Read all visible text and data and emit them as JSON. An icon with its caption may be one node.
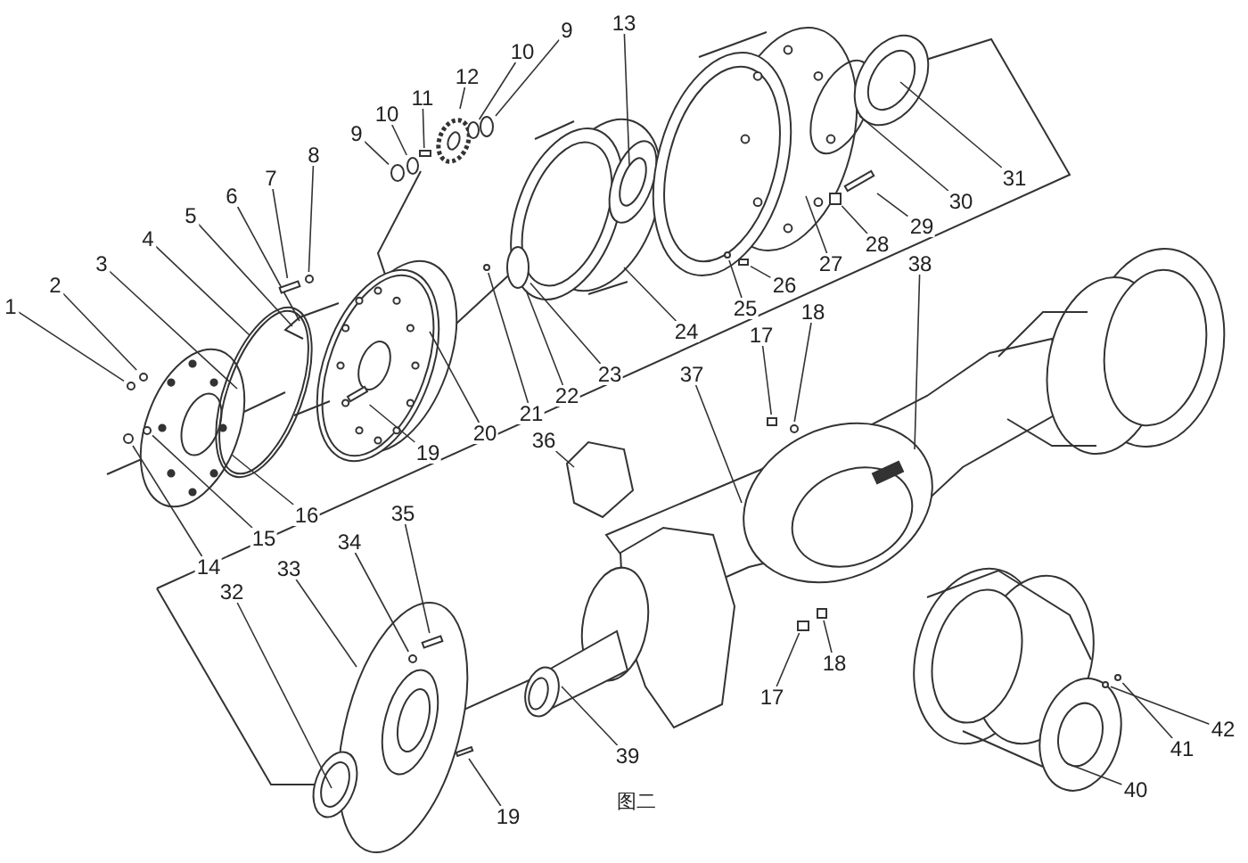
{
  "diagram": {
    "nodes": [
      {
        "text": [
          "1"
        ]
      },
      {
        "text": [
          "2"
        ]
      },
      {
        "text": [
          "3"
        ]
      },
      {
        "text": [
          "4"
        ]
      },
      {
        "text": [
          "5"
        ]
      },
      {
        "text": [
          "6"
        ]
      },
      {
        "text": [
          "7"
        ]
      },
      {
        "text": [
          "8"
        ]
      },
      {
        "text": [
          "9"
        ]
      },
      {
        "text": [
          "10"
        ]
      },
      {
        "text": [
          "11"
        ]
      },
      {
        "text": [
          "12"
        ]
      },
      {
        "text": [
          "10"
        ]
      },
      {
        "text": [
          "9"
        ]
      },
      {
        "text": [
          "13"
        ]
      },
      {
        "text": [
          "14"
        ]
      },
      {
        "text": [
          "15"
        ]
      },
      {
        "text": [
          "16"
        ]
      },
      {
        "text": [
          "17"
        ]
      },
      {
        "text": [
          "18"
        ]
      },
      {
        "text": [
          "17"
        ]
      },
      {
        "text": [
          "18"
        ]
      },
      {
        "text": [
          "19"
        ]
      },
      {
        "text": [
          "19"
        ]
      },
      {
        "text": [
          "20"
        ]
      },
      {
        "text": [
          "21"
        ]
      },
      {
        "text": [
          "22"
        ]
      },
      {
        "text": [
          "23"
        ]
      },
      {
        "text": [
          "24"
        ]
      },
      {
        "text": [
          "25"
        ]
      },
      {
        "text": [
          "26"
        ]
      },
      {
        "text": [
          "27"
        ]
      },
      {
        "text": [
          "28"
        ]
      },
      {
        "text": [
          "29"
        ]
      },
      {
        "text": [
          "30"
        ]
      },
      {
        "text": [
          "31"
        ]
      },
      {
        "text": [
          "32"
        ]
      },
      {
        "text": [
          "33"
        ]
      },
      {
        "text": [
          "34"
        ]
      },
      {
        "text": [
          "35"
        ]
      },
      {
        "text": [
          "36"
        ]
      },
      {
        "text": [
          "37"
        ]
      },
      {
        "text": [
          "38"
        ]
      },
      {
        "text": [
          "39"
        ]
      },
      {
        "text": [
          "40"
        ]
      },
      {
        "text": [
          "41"
        ]
      },
      {
        "text": [
          "42"
        ]
      },
      {
        "text": [],
        "shape": "circle"
      },
      {
        "text": [],
        "shape": "circle"
      },
      {
        "text": [],
        "shape": "bar"
      },
      {
        "text": [],
        "shape": "circle"
      },
      {
        "text": [],
        "shape": "circle"
      },
      {
        "text": [],
        "shape": "circle"
      },
      {
        "text": [],
        "shape": "bar"
      },
      {
        "text": [],
        "shape": "gear"
      },
      {
        "text": [],
        "shape": "circle"
      },
      {
        "text": [],
        "shape": "circle"
      },
      {
        "text": [],
        "shape": "circle"
      },
      {
        "text": [],
        "shape": "circle"
      },
      {
        "text": [],
        "shape": "box"
      },
      {
        "text": [],
        "shape": "circle"
      },
      {
        "text": [],
        "shape": "bar"
      },
      {
        "text": [],
        "shape": "bar"
      },
      {
        "text": [],
        "shape": "circle"
      },
      {
        "text": [],
        "shape": "circle"
      },
      {
        "text": [],
        "shape": "box"
      },
      {
        "text": [],
        "shape": "box"
      },
      {
        "text": [],
        "shape": "bar"
      },
      {
        "text": [],
        "shape": "circle"
      },
      {
        "text": [],
        "shape": "bar"
      },
      {
        "text": [],
        "shape": "box"
      },
      {
        "text": [],
        "shape": "box"
      },
      {
        "text": [],
        "shape": "circle"
      },
      {
        "text": [],
        "shape": "circle"
      },
      {
        "text": [],
        "shape": "circle"
      }
    ],
    "edges": [
      {
        "from": 0,
        "to": 47,
        "arrow": "none"
      },
      {
        "from": 1,
        "to": 48,
        "arrow": "none"
      },
      {
        "from": 2,
        "to": null,
        "arrow": "none"
      },
      {
        "from": 3,
        "to": null,
        "arrow": "none"
      },
      {
        "from": 4,
        "to": null,
        "arrow": "none"
      },
      {
        "from": 5,
        "to": null,
        "arrow": "none"
      },
      {
        "from": 6,
        "to": 49,
        "arrow": "none"
      },
      {
        "from": 7,
        "to": 50,
        "arrow": "none"
      },
      {
        "from": 8,
        "to": 51,
        "arrow": "none"
      },
      {
        "from": 9,
        "to": 52,
        "arrow": "none"
      },
      {
        "from": 10,
        "to": 53,
        "arrow": "none"
      },
      {
        "from": 11,
        "to": 54,
        "arrow": "none"
      },
      {
        "from": 12,
        "to": 55,
        "arrow": "none"
      },
      {
        "from": 13,
        "to": 56,
        "arrow": "none"
      },
      {
        "from": 14,
        "to": null,
        "arrow": "none"
      },
      {
        "from": 15,
        "to": 57,
        "arrow": "none"
      },
      {
        "from": 16,
        "to": 58,
        "arrow": "none"
      },
      {
        "from": 17,
        "to": null,
        "arrow": "none"
      },
      {
        "from": 18,
        "to": 59,
        "arrow": "none"
      },
      {
        "from": 19,
        "to": 60,
        "arrow": "none"
      },
      {
        "from": 20,
        "to": 70,
        "arrow": "none"
      },
      {
        "from": 21,
        "to": 71,
        "arrow": "none"
      },
      {
        "from": 22,
        "to": 61,
        "arrow": "none"
      },
      {
        "from": 23,
        "to": 62,
        "arrow": "none"
      },
      {
        "from": 24,
        "to": null,
        "arrow": "none"
      },
      {
        "from": 25,
        "to": 63,
        "arrow": "none"
      },
      {
        "from": 26,
        "to": 74,
        "arrow": "none"
      },
      {
        "from": 27,
        "to": 74,
        "arrow": "none"
      },
      {
        "from": 28,
        "to": null,
        "arrow": "none"
      },
      {
        "from": 29,
        "to": 64,
        "arrow": "none"
      },
      {
        "from": 30,
        "to": 65,
        "arrow": "none"
      },
      {
        "from": 31,
        "to": null,
        "arrow": "none"
      },
      {
        "from": 32,
        "to": 66,
        "arrow": "none"
      },
      {
        "from": 33,
        "to": 67,
        "arrow": "none"
      },
      {
        "from": 34,
        "to": null,
        "arrow": "none"
      },
      {
        "from": 35,
        "to": null,
        "arrow": "none"
      },
      {
        "from": 36,
        "to": null,
        "arrow": "none"
      },
      {
        "from": 37,
        "to": null,
        "arrow": "none"
      },
      {
        "from": 38,
        "to": 68,
        "arrow": "none"
      },
      {
        "from": 39,
        "to": 69,
        "arrow": "none"
      },
      {
        "from": 40,
        "to": null,
        "arrow": "none"
      },
      {
        "from": 41,
        "to": null,
        "arrow": "none"
      },
      {
        "from": 42,
        "to": null,
        "arrow": "none"
      },
      {
        "from": 43,
        "to": null,
        "arrow": "none"
      },
      {
        "from": 44,
        "to": null,
        "arrow": "none"
      },
      {
        "from": 45,
        "to": 72,
        "arrow": "none"
      },
      {
        "from": 46,
        "to": 73,
        "arrow": "none"
      }
    ],
    "labels": [
      "图二"
    ]
  }
}
